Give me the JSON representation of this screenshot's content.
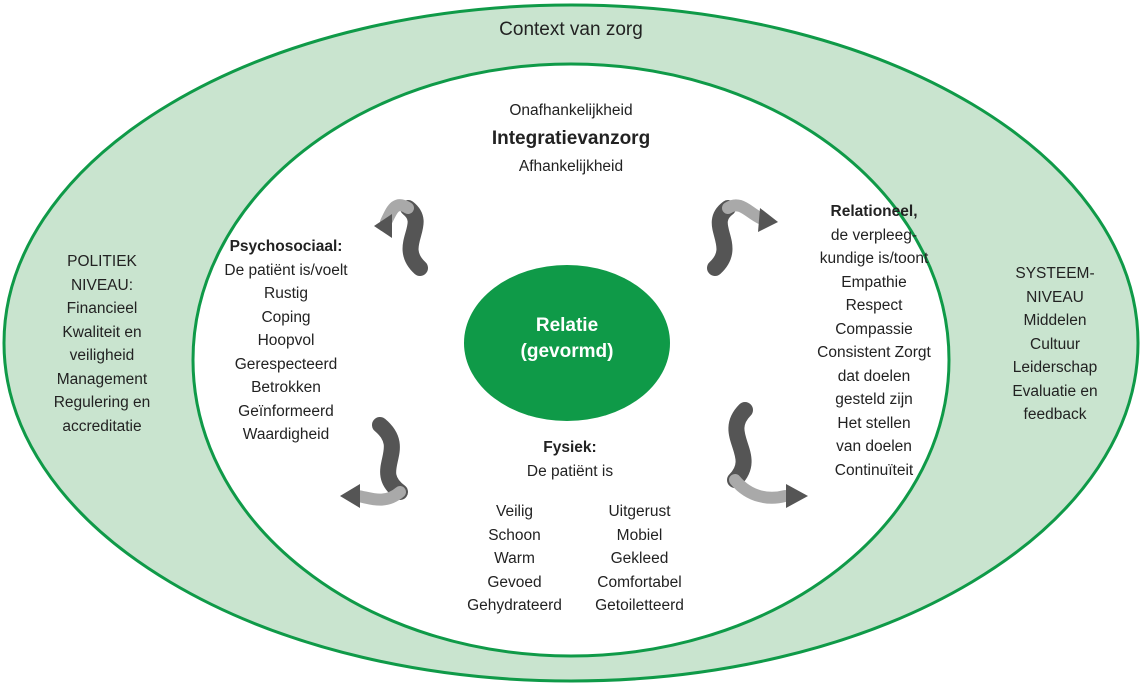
{
  "outer": {
    "title": "Context van zorg",
    "left_lines": [
      "POLITIEK",
      "NIVEAU:",
      "Financieel",
      "Kwaliteit en",
      "veiligheid",
      "Management",
      "Regulering en",
      "accreditatie"
    ],
    "right_lines": [
      "SYSTEEM-",
      "NIVEAU",
      "Middelen",
      "Cultuur",
      "Leiderschap",
      "Evaluatie en",
      "feedback"
    ]
  },
  "top": {
    "upper": "Onafhankelijkheid",
    "title": "Integratievanzorg",
    "lower": "Afhankelijkheid"
  },
  "center": {
    "line1": "Relatie",
    "line2": "(gevormd)"
  },
  "psychosociaal": {
    "heading": "Psychosociaal:",
    "items": [
      "De patiënt is/voelt",
      "Rustig",
      "Coping",
      "Hoopvol",
      "Gerespecteerd",
      "Betrokken",
      "Geïnformeerd",
      "Waardigheid"
    ]
  },
  "relationeel": {
    "heading": "Relationeel,",
    "items": [
      "de verpleeg-",
      "kundige is/toont",
      "Empathie",
      "Respect",
      "Compassie",
      "Consistent Zorgt",
      "dat doelen",
      "gesteld zijn",
      "Het stellen",
      "van doelen",
      "Continuïteit"
    ]
  },
  "fysiek": {
    "heading": "Fysiek:",
    "subheading": "De patiënt is",
    "col1": [
      "Veilig",
      "Schoon",
      "Warm",
      "Gevoed",
      "Gehydrateerd"
    ],
    "col2": [
      "Uitgerust",
      "Mobiel",
      "Gekleed",
      "Comfortabel",
      "Getoiletteerd"
    ]
  },
  "colors": {
    "outer_ring": "#c9e4cf",
    "ring_stroke": "#0f9a48",
    "center_fill": "#0f9a48",
    "arrow_dark": "#555555",
    "arrow_light": "#a9a9a9"
  }
}
